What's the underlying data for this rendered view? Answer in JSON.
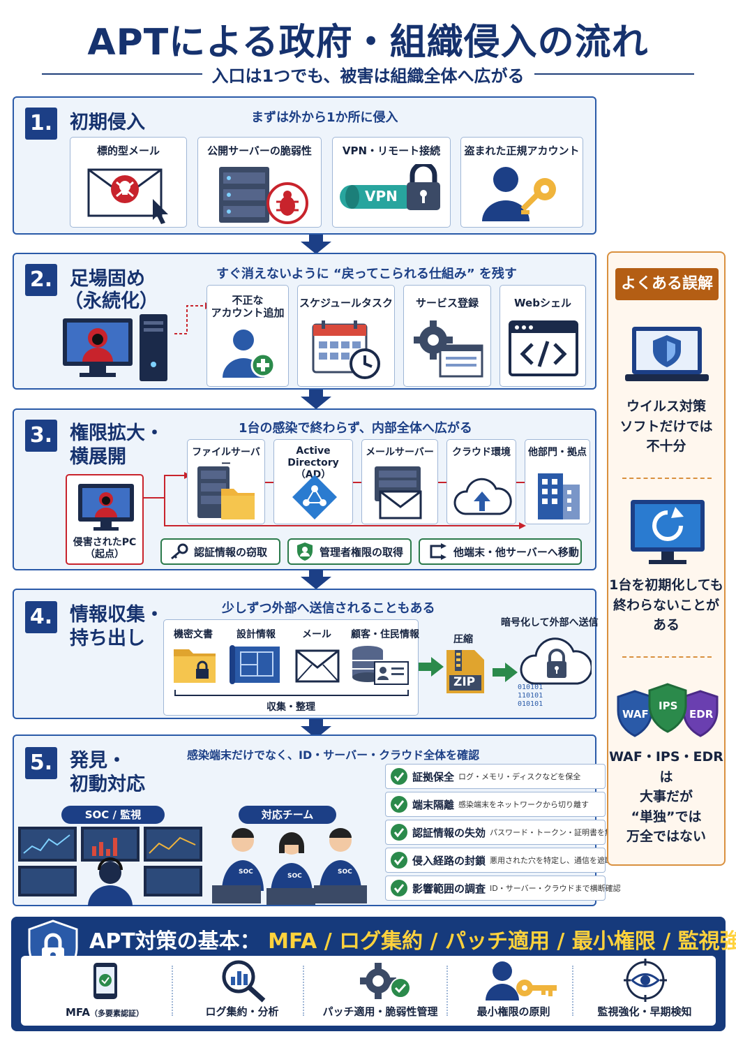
{
  "header": {
    "title": "APTによる政府・組織侵入の流れ",
    "subtitle": "入口は1つでも、被害は組織全体へ広がる"
  },
  "step1": {
    "num": "1.",
    "title": "初期侵入",
    "caption": "まずは外から1か所に侵入",
    "cards": [
      "標的型メール",
      "公開サーバーの脆弱性",
      "VPN・リモート接続",
      "盗まれた正規アカウント"
    ],
    "vpn_text": "VPN"
  },
  "step2": {
    "num": "2.",
    "title_l1": "足場固め",
    "title_l2": "（永続化）",
    "caption": "すぐ消えないように “戻ってこられる仕組み” を残す",
    "cards": [
      "不正な\nアカウント追加",
      "スケジュールタスク",
      "サービス登録",
      "Webシェル"
    ]
  },
  "step3": {
    "num": "3.",
    "title_l1": "権限拡大・",
    "title_l2": "横展開",
    "caption": "1台の感染で終わらず、内部全体へ広がる",
    "origin": "侵害されたPC\n（起点）",
    "cards": [
      "ファイルサーバー",
      "Active Directory\n（AD）",
      "メールサーバー",
      "クラウド環境",
      "他部門・拠点"
    ],
    "pills": [
      "認証情報の窃取",
      "管理者権限の取得",
      "他端末・他サーバーへ移動"
    ]
  },
  "step4": {
    "num": "4.",
    "title_l1": "情報収集・",
    "title_l2": "持ち出し",
    "caption": "少しずつ外部へ送信されることもある",
    "items": [
      "機密文書",
      "設計情報",
      "メール",
      "顧客・住民情報"
    ],
    "collect": "収集・整理",
    "compress": "圧縮",
    "zip": "ZIP",
    "encrypt": "暗号化して外部へ送信",
    "binary": [
      "010101",
      "110101",
      "010101"
    ]
  },
  "step5": {
    "num": "5.",
    "title_l1": "発見・",
    "title_l2": "初動対応",
    "caption": "感染端末だけでなく、ID・サーバー・クラウド全体を確認",
    "soc": "SOC / 監視",
    "team": "対応チーム",
    "badge": "SOC",
    "checks": [
      {
        "main": "証拠保全",
        "sub": "ログ・メモリ・ディスクなどを保全"
      },
      {
        "main": "端末隔離",
        "sub": "感染端末をネットワークから切り離す"
      },
      {
        "main": "認証情報の失効",
        "sub": "パスワード・トークン・証明書を無効化"
      },
      {
        "main": "侵入経路の封鎖",
        "sub": "悪用された穴を特定し、通信を遮断"
      },
      {
        "main": "影響範囲の調査",
        "sub": "ID・サーバー・クラウドまで横断確認"
      }
    ]
  },
  "sidebar": {
    "head": "よくある誤解",
    "m1": "ウイルス対策\nソフトだけでは\n不十分",
    "m2": "1台を初期化しても\n終わらないことが\nある",
    "m3": "WAF・IPS・EDRは\n大事だが\n“単独”では\n万全ではない",
    "shields": [
      "WAF",
      "IPS",
      "EDR"
    ]
  },
  "bottom": {
    "title_prefix": "APT対策の基本：",
    "title_items": "MFA / ログ集約 / パッチ適用 / 最小権限 / 監視強化",
    "items": [
      {
        "label": "MFA",
        "small": "（多要素認証）"
      },
      {
        "label": "ログ集約・分析",
        "small": ""
      },
      {
        "label": "パッチ適用・脆弱性管理",
        "small": ""
      },
      {
        "label": "最小権限の原則",
        "small": ""
      },
      {
        "label": "監視強化・早期検知",
        "small": ""
      }
    ]
  },
  "colors": {
    "navy": "#16326e",
    "accent": "#2a5aa8",
    "orange": "#b45e14",
    "green": "#2b8a4b",
    "red": "#c8232c"
  }
}
